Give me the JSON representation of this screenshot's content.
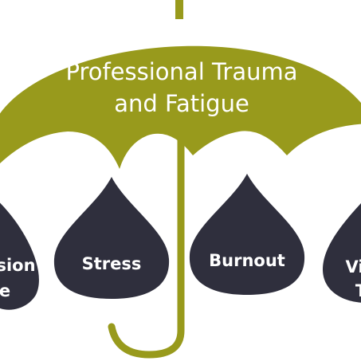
{
  "umbrella": {
    "title_line1": "Professional Trauma",
    "title_line2": "and Fatigue",
    "canopy_color": "#989a1c",
    "shaft_color": "#989a1c"
  },
  "drops": {
    "color": "#2f2f3d",
    "items": [
      {
        "line1": "sion",
        "line2": "e"
      },
      {
        "line1": "Stress",
        "line2": ""
      },
      {
        "line1": "Burnout",
        "line2": ""
      },
      {
        "line1": "Vi",
        "line2": "T"
      }
    ]
  }
}
